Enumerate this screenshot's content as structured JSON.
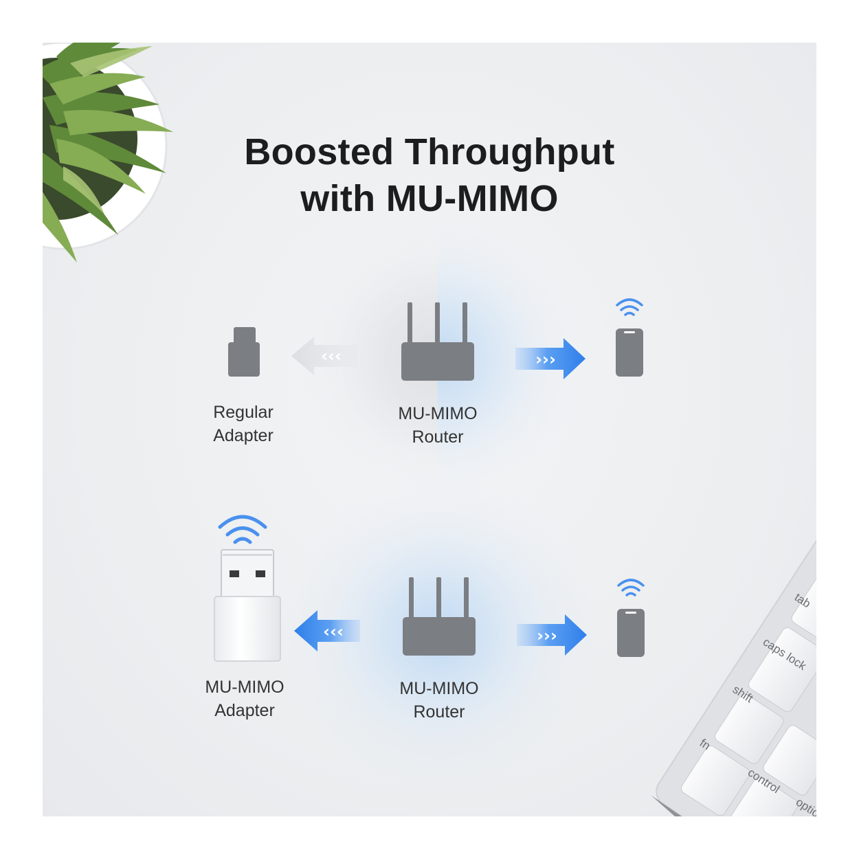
{
  "title": {
    "line1": "Boosted Throughput",
    "line2": "with MU-MIMO"
  },
  "top_row": {
    "left_device_label": [
      "Regular",
      "Adapter"
    ],
    "router_label": [
      "MU-MIMO",
      "Router"
    ]
  },
  "bottom_row": {
    "left_device_label": [
      "MU-MIMO",
      "Adapter"
    ],
    "router_label": [
      "MU-MIMO",
      "Router"
    ]
  },
  "keyboard_keys": [
    "tab",
    "caps lock",
    "shift",
    "fn",
    "control",
    "optio"
  ],
  "colors": {
    "accent_blue": "#3d8bf0",
    "device_gray": "#777a7e",
    "text_dark": "#1d1d1f",
    "background": "#eceef0"
  }
}
